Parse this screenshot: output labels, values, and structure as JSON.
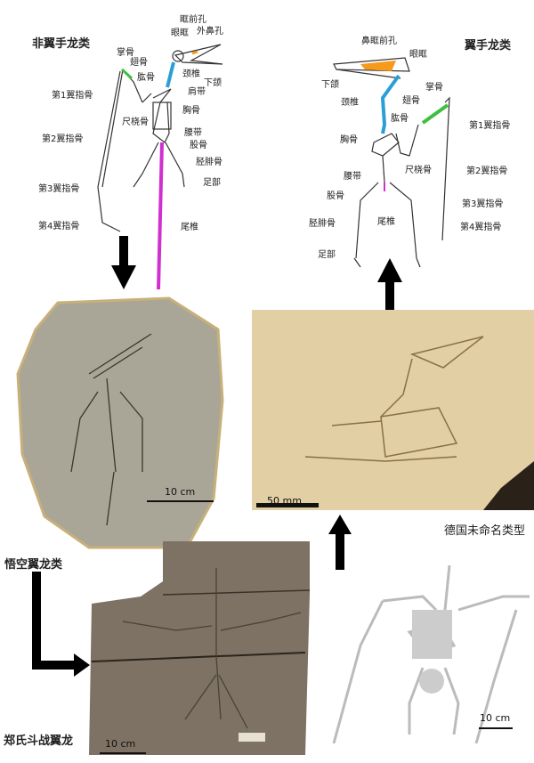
{
  "panels": {
    "non_pterodactyloid": {
      "title": "非翼手龙类",
      "labels": {
        "antorbital_fenestra": "眶前孔",
        "orbit": "眼眶",
        "external_naris": "外鼻孔",
        "metacarpal": "掌骨",
        "pteroid": "翅骨",
        "humerus": "肱骨",
        "cervical": "颈椎",
        "mandible": "下颌",
        "wing_phalanx_1": "第1翼指骨",
        "shoulder_girdle": "肩带",
        "sternum": "胸骨",
        "radius_ulna": "尺桡骨",
        "pelvic_girdle": "腰带",
        "wing_phalanx_2": "第2翼指骨",
        "femur": "股骨",
        "tibiofibula": "胫腓骨",
        "foot": "足部",
        "wing_phalanx_3": "第3翼指骨",
        "wing_phalanx_4": "第4翼指骨",
        "caudal": "尾椎"
      }
    },
    "pterodactyloid": {
      "title": "翼手龙类",
      "labels": {
        "nasoantorbital_fenestra": "鼻眶前孔",
        "orbit": "眼眶",
        "mandible": "下颌",
        "metacarpal": "掌骨",
        "cervical": "颈椎",
        "pteroid": "翅骨",
        "humerus": "肱骨",
        "wing_phalanx_1": "第1翼指骨",
        "sternum": "胸骨",
        "radius_ulna": "尺桡骨",
        "wing_phalanx_2": "第2翼指骨",
        "pelvic_girdle": "腰带",
        "femur": "股骨",
        "wing_phalanx_3": "第3翼指骨",
        "caudal": "尾椎",
        "tibiofibula": "胫腓骨",
        "wing_phalanx_4": "第4翼指骨",
        "foot": "足部"
      }
    },
    "wukongopterid": {
      "caption": "悟空翼龙类",
      "scale": "10 cm"
    },
    "german_unnamed": {
      "caption": "德国未命名类型",
      "photo_scale": "50 mm",
      "drawing_scale": "10 cm"
    },
    "douzhanopterus": {
      "caption": "郑氏斗战翼龙",
      "scale": "10 cm"
    }
  },
  "colors": {
    "cervical": "#2a9fd6",
    "caudal": "#d030d0",
    "metacarpal": "#3fbf3f",
    "skull_fenestra": "#f59a1a",
    "arrow": "#000000"
  }
}
